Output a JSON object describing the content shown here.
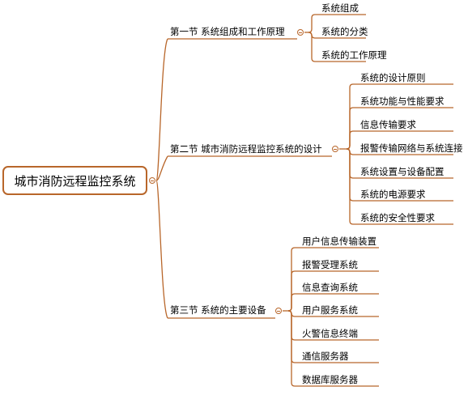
{
  "root": "城市消防远程监控系统",
  "sections": [
    {
      "title": "第一节  系统组成和工作原理",
      "items": [
        "系统组成",
        "系统的分类",
        "系统的工作原理"
      ]
    },
    {
      "title": "第二节  城市消防远程监控系统的设计",
      "items": [
        "系统的设计原则",
        "系统功能与性能要求",
        "信息传输要求",
        "报警传输网络与系统连接",
        "系统设置与设备配置",
        "系统的电源要求",
        "系统的安全性要求"
      ]
    },
    {
      "title": "第三节  系统的主要设备",
      "items": [
        "用户信息传输装置",
        "报警受理系统",
        "信息查询系统",
        "用户服务系统",
        "火警信息终端",
        "通信服务器",
        "数据库服务器"
      ]
    }
  ],
  "colors": {
    "line": "#b8662a"
  }
}
